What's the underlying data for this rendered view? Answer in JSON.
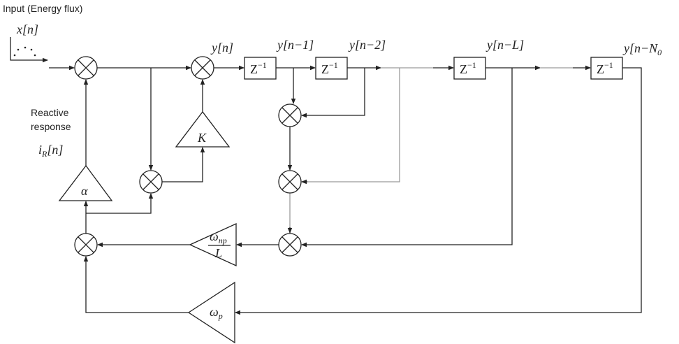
{
  "title": "Input (Energy flux)",
  "input_label": "x[n]",
  "reactive_label": [
    "Reactive",
    "response"
  ],
  "reactive_signal": {
    "base": "i",
    "sub": "R",
    "rest": "[n]"
  },
  "outputs": {
    "y0": "y[n]",
    "y1": "y[n−1]",
    "y2": "y[n−2]",
    "yL": "y[n−L]",
    "yN0": {
      "base": "y[n−N",
      "sub": "0"
    }
  },
  "delay_label": {
    "base": "Z",
    "sup": "−1"
  },
  "gains": {
    "K": "K",
    "alpha": "α",
    "omega_np": {
      "base": "ω",
      "sub": "np",
      "den": "L"
    },
    "omega_p": {
      "base": "ω",
      "sub": "p"
    }
  }
}
